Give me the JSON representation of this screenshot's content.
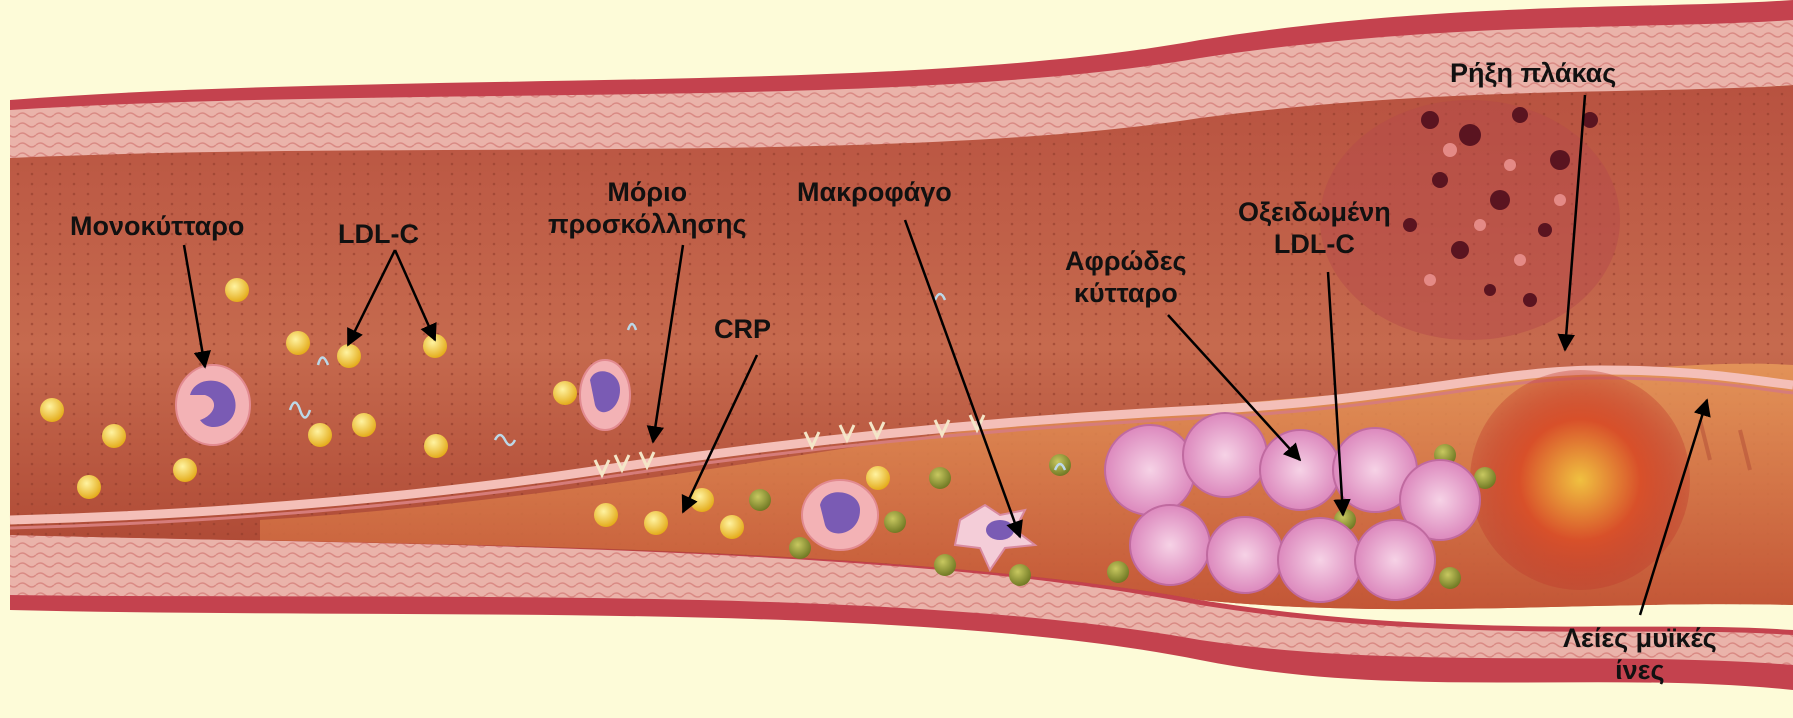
{
  "labels": {
    "monocyte": "Μονοκύτταρο",
    "ldl": "LDL-C",
    "adhesion_line1": "Μόριο",
    "adhesion_line2": "προσκόλλησης",
    "macrophage": "Μακροφάγο",
    "crp": "CRP",
    "foam_line1": "Αφρώδες",
    "foam_line2": "κύτταρο",
    "oxldl_line1": "Οξειδωμένη",
    "oxldl_line2": "LDL-C",
    "rupture": "Ρήξη πλάκας",
    "smooth_line1": "Λείες μυϊκές",
    "smooth_line2": "ίνες"
  },
  "colors": {
    "background": "#fdfbd8",
    "lumen": "#c0604a",
    "vessel_wall": "#e8a6a0",
    "wall_outer": "#c4424e",
    "ldl_particle": "#f2c42a",
    "oxidized_ldl": "#7d8c2a",
    "foam_cell": "#e597c8",
    "monocyte": "#7a5bb4",
    "arrow": "#000000"
  },
  "icons": {
    "ldl": "yellow-lipoprotein-particle",
    "oxldl": "olive-lipoprotein-particle",
    "cell": "monocyte-cell",
    "foam": "foam-cell",
    "adhesion": "adhesion-molecule-v-shape"
  }
}
